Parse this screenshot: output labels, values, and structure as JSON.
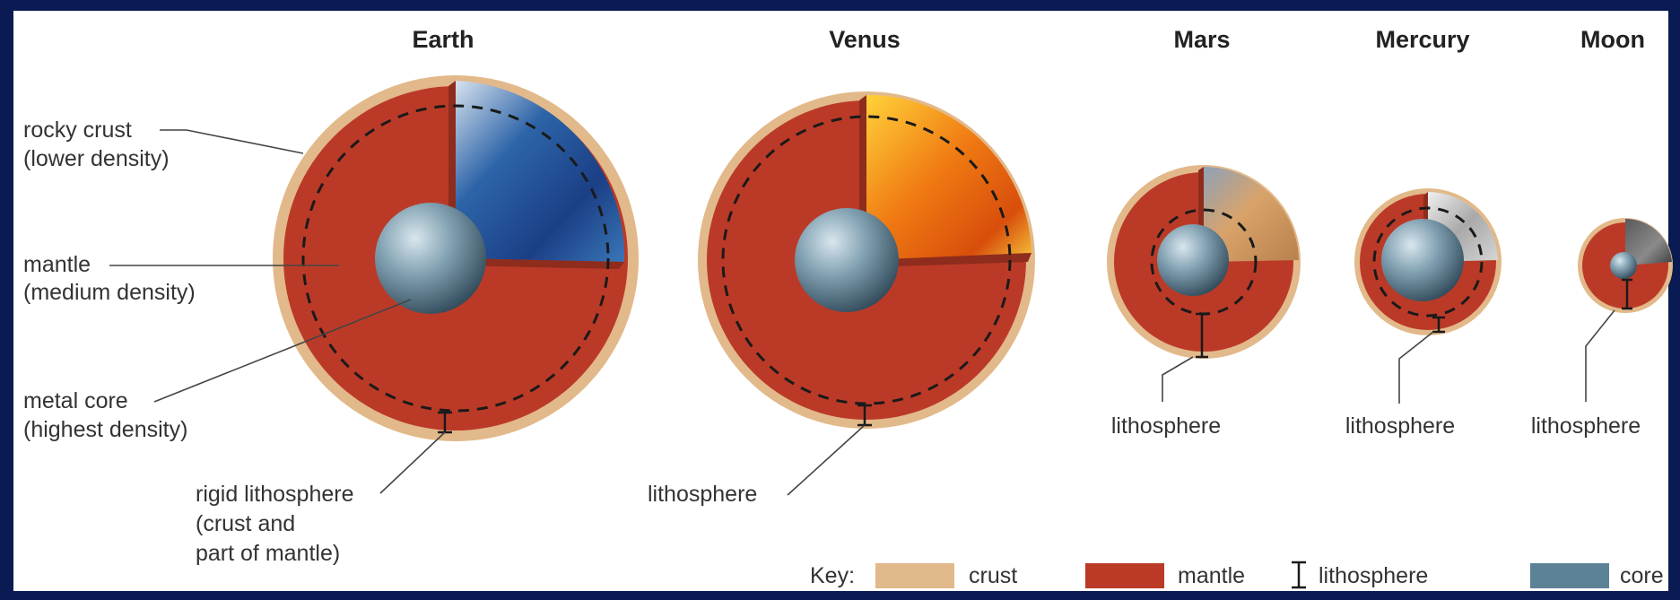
{
  "bodies": {
    "earth": {
      "title": "Earth",
      "labels": {
        "crust": [
          "rocky crust",
          "(lower density)"
        ],
        "mantle": [
          "mantle",
          "(medium density)"
        ],
        "core": [
          "metal core",
          "(highest density)"
        ],
        "lithosphere": [
          "rigid lithosphere",
          "(crust and",
          "part of mantle)"
        ]
      }
    },
    "venus": {
      "title": "Venus",
      "lithosphere_label": "lithosphere"
    },
    "mars": {
      "title": "Mars",
      "lithosphere_label": "lithosphere"
    },
    "mercury": {
      "title": "Mercury",
      "lithosphere_label": "lithosphere"
    },
    "moon": {
      "title": "Moon",
      "lithosphere_label": "lithosphere"
    }
  },
  "key": {
    "title": "Key:",
    "items": [
      {
        "label": "crust",
        "color": "#e2b98a"
      },
      {
        "label": "mantle",
        "color": "#bb3a27"
      },
      {
        "label": "lithosphere",
        "icon": "lithosphere-bracket-icon"
      },
      {
        "label": "core",
        "color": "#5c8296"
      }
    ]
  },
  "colors": {
    "background": "#0a1a52",
    "panel": "#ffffff",
    "crust": "#e2b98a",
    "mantle": "#bb3a27",
    "core": "#5c8296"
  }
}
